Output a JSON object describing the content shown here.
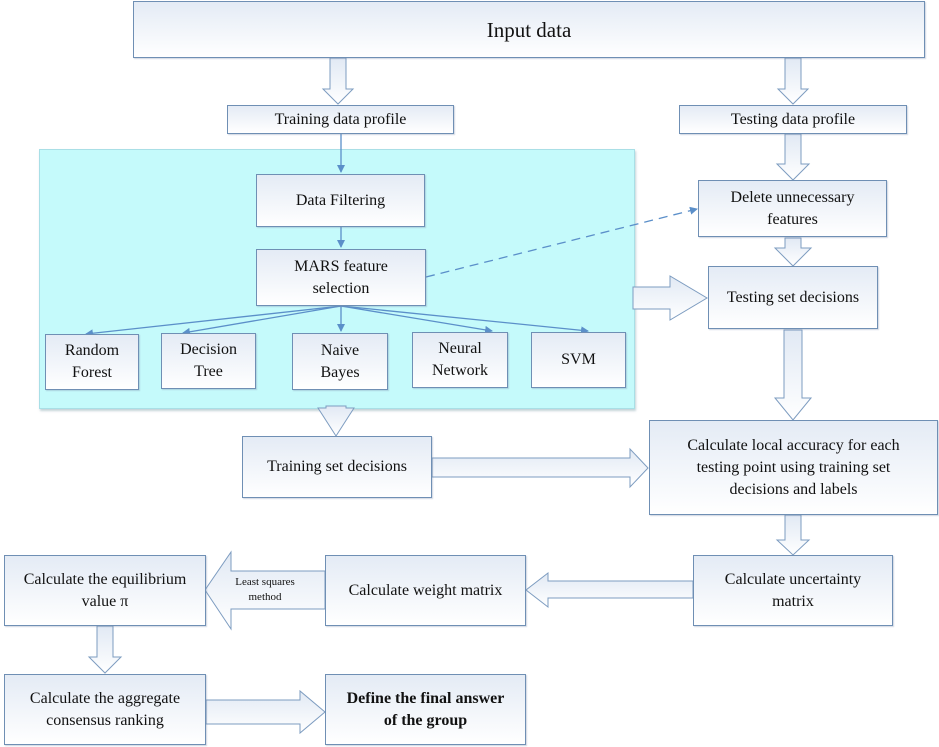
{
  "diagram": {
    "input": "Input data",
    "training_profile": "Training data profile",
    "testing_profile": "Testing data profile",
    "data_filtering": "Data Filtering",
    "mars": [
      "MARS feature",
      "selection"
    ],
    "classifiers": [
      [
        "Random",
        "Forest"
      ],
      [
        "Decision",
        "Tree"
      ],
      [
        "Naive",
        "Bayes"
      ],
      [
        "Neural",
        "Network"
      ],
      [
        "SVM"
      ]
    ],
    "delete_features": [
      "Delete unnecessary",
      "features"
    ],
    "testing_decisions": "Testing set decisions",
    "training_decisions": "Training set decisions",
    "local_accuracy": [
      "Calculate local accuracy for each",
      "testing point using training set",
      "decisions and labels"
    ],
    "uncertainty": [
      "Calculate uncertainty",
      "matrix"
    ],
    "weight": "Calculate weight matrix",
    "least_squares": [
      "Least squares",
      "method"
    ],
    "equilibrium": [
      "Calculate the equilibrium",
      "value π"
    ],
    "aggregate": [
      "Calculate the aggregate",
      "consensus ranking"
    ],
    "final": [
      "Define the final answer",
      "of the group"
    ],
    "colors": {
      "box_border": "#6f8fb4",
      "panel_fill": "#c5fafb",
      "connector": "#5b8fc9"
    }
  }
}
